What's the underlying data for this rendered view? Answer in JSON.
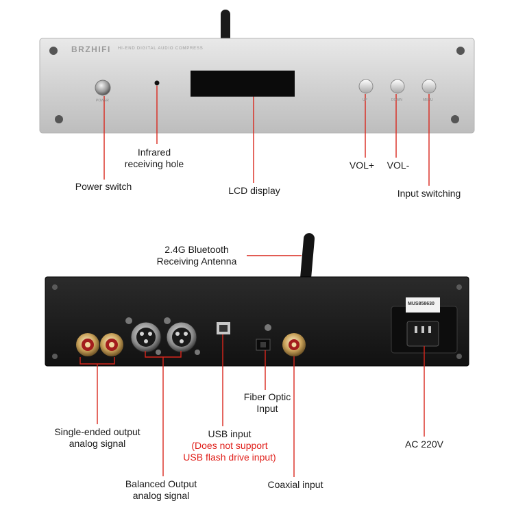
{
  "front_panel": {
    "brand_logo": "BRZHIFI",
    "brand_subtitle": "HI-END DIGITAL AUDIO COMPRESS",
    "power_caption": "POWER",
    "button_up_caption": "UP",
    "button_down_caption": "DOWN",
    "button_menu_caption": "MENU"
  },
  "rear_panel": {
    "serial_sticker": "MUS858630"
  },
  "callouts": {
    "infrared_line1": "Infrared",
    "infrared_line2": "receiving hole",
    "power_switch": "Power switch",
    "lcd_display": "LCD display",
    "vol_plus": "VOL+",
    "vol_minus": "VOL-",
    "input_switching": "Input switching",
    "antenna_line1": "2.4G Bluetooth",
    "antenna_line2": "Receiving Antenna",
    "fiber_line1": "Fiber Optic",
    "fiber_line2": "Input",
    "single_line1": "Single-ended output",
    "single_line2": "analog signal",
    "usb_line1": "USB input",
    "usb_note1": "(Does not support",
    "usb_note2": "USB flash drive input)",
    "ac": "AC 220V",
    "balanced_line1": "Balanced Output",
    "balanced_line2": "analog signal",
    "coaxial": "Coaxial input"
  },
  "colors": {
    "leader_line": "#d9261c",
    "note_text": "#e0201b",
    "front_panel": "#d8d8d8",
    "rear_panel": "#1c1c1c"
  }
}
